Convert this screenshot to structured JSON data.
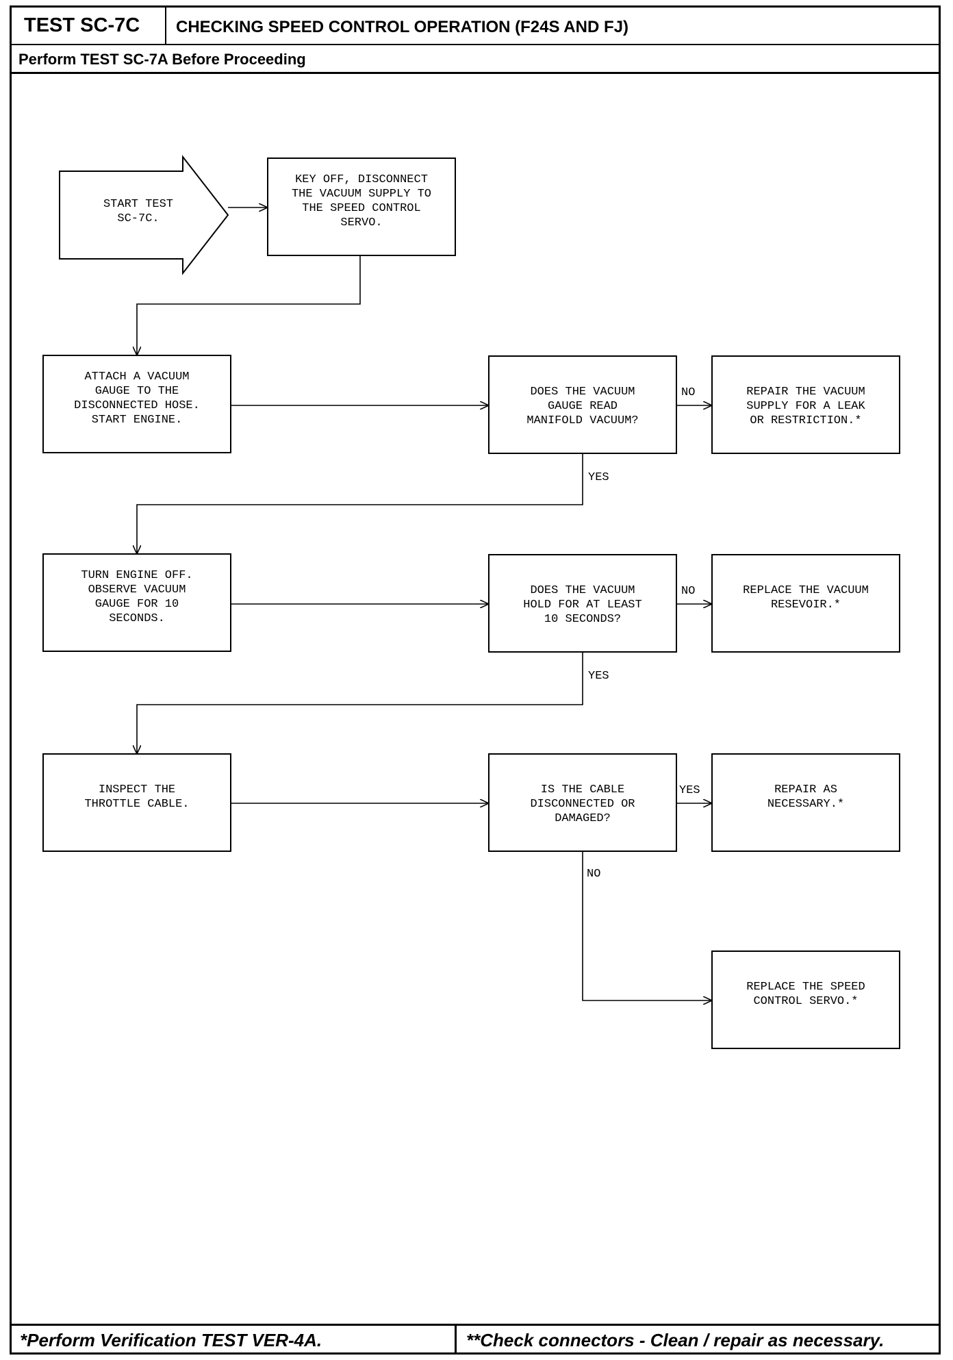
{
  "header": {
    "test_id": "TEST SC-7C",
    "title": "CHECKING SPEED CONTROL OPERATION (F24S AND FJ)",
    "subtitle": "Perform TEST SC-7A Before Proceeding"
  },
  "flowchart": {
    "nodes": [
      {
        "id": "start",
        "shape": "arrow",
        "lines": [
          "START TEST",
          "SC-7C."
        ]
      },
      {
        "id": "key-off",
        "shape": "process",
        "lines": [
          "KEY OFF, DISCONNECT",
          "THE VACUUM SUPPLY TO",
          "THE SPEED CONTROL",
          "SERVO."
        ]
      },
      {
        "id": "attach-gauge",
        "shape": "process",
        "lines": [
          "ATTACH A VACUUM",
          "GAUGE TO THE",
          "DISCONNECTED HOSE.",
          "START ENGINE."
        ]
      },
      {
        "id": "gauge-read",
        "shape": "decision",
        "lines": [
          "DOES THE VACUUM",
          "GAUGE READ",
          "MANIFOLD VACUUM?"
        ]
      },
      {
        "id": "repair-supply",
        "shape": "process",
        "lines": [
          "REPAIR THE VACUUM",
          "SUPPLY FOR A LEAK",
          "OR RESTRICTION.*"
        ]
      },
      {
        "id": "engine-off",
        "shape": "process",
        "lines": [
          "TURN ENGINE OFF.",
          "OBSERVE VACUUM",
          "GAUGE FOR 10",
          "SECONDS."
        ]
      },
      {
        "id": "vacuum-hold",
        "shape": "decision",
        "lines": [
          "DOES THE VACUUM",
          "HOLD FOR AT LEAST",
          "10 SECONDS?"
        ]
      },
      {
        "id": "replace-reservoir",
        "shape": "process",
        "lines": [
          "REPLACE THE VACUUM",
          "RESEVOIR.*"
        ]
      },
      {
        "id": "inspect-cable",
        "shape": "process",
        "lines": [
          "INSPECT THE",
          "THROTTLE CABLE."
        ]
      },
      {
        "id": "cable-damaged",
        "shape": "decision",
        "lines": [
          "IS THE CABLE",
          "DISCONNECTED OR",
          "DAMAGED?"
        ]
      },
      {
        "id": "repair-necessary",
        "shape": "process",
        "lines": [
          "REPAIR AS",
          "NECESSARY.*"
        ]
      },
      {
        "id": "replace-servo",
        "shape": "process",
        "lines": [
          "REPLACE THE SPEED",
          "CONTROL SERVO.*"
        ]
      }
    ],
    "edges": [
      {
        "from": "start",
        "to": "key-off",
        "label": ""
      },
      {
        "from": "key-off",
        "to": "attach-gauge",
        "label": ""
      },
      {
        "from": "attach-gauge",
        "to": "gauge-read",
        "label": ""
      },
      {
        "from": "gauge-read",
        "to": "repair-supply",
        "label": "NO"
      },
      {
        "from": "gauge-read",
        "to": "engine-off",
        "label": "YES"
      },
      {
        "from": "engine-off",
        "to": "vacuum-hold",
        "label": ""
      },
      {
        "from": "vacuum-hold",
        "to": "replace-reservoir",
        "label": "NO"
      },
      {
        "from": "vacuum-hold",
        "to": "inspect-cable",
        "label": "YES"
      },
      {
        "from": "inspect-cable",
        "to": "cable-damaged",
        "label": ""
      },
      {
        "from": "cable-damaged",
        "to": "repair-necessary",
        "label": "YES"
      },
      {
        "from": "cable-damaged",
        "to": "replace-servo",
        "label": "NO"
      }
    ]
  },
  "footer": {
    "left": "*Perform Verification TEST VER-4A.",
    "right": "**Check connectors - Clean / repair as necessary."
  }
}
